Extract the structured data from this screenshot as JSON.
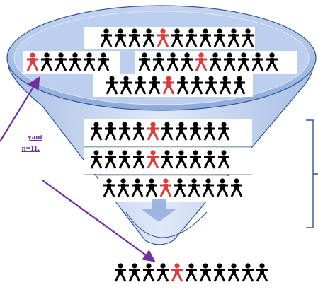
{
  "labels": {
    "left_line1": "yant",
    "left_line2": "n=11."
  },
  "colors": {
    "funnel_fill": "#b4c7e7",
    "funnel_stroke": "#2f5597",
    "rim_fill": "#9db6e0",
    "person_normal": "#000000",
    "person_highlight": "#e03b3b",
    "arrow_purple": "#7030a0",
    "down_arrow": "#8faadc",
    "bracket": "#2f5597"
  },
  "people_rows": [
    {
      "count": 11,
      "highlight": 4
    },
    {
      "count": 6,
      "highlight": 0
    },
    {
      "count": 10,
      "highlight": 4
    },
    {
      "count": 10,
      "highlight": 4
    },
    {
      "count": 10,
      "highlight": 4
    },
    {
      "count": 10,
      "highlight": 4
    },
    {
      "count": 10,
      "highlight": 4
    },
    {
      "count": 11,
      "highlight": 4
    }
  ]
}
